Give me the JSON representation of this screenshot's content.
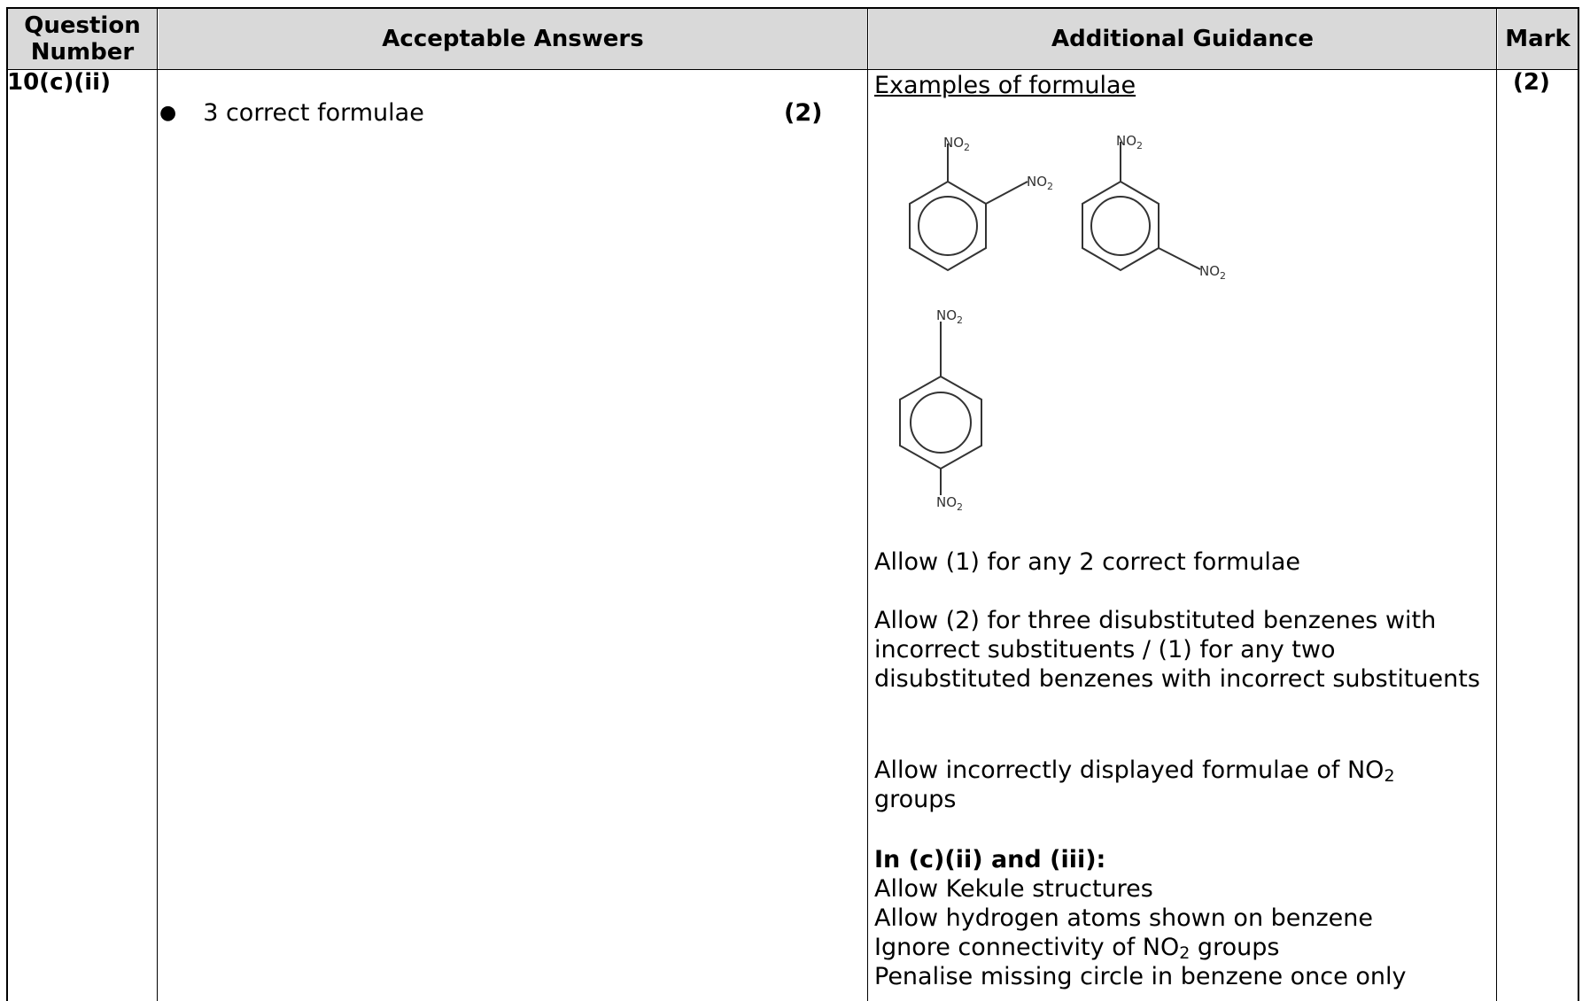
{
  "headers": {
    "question_number": "Question Number",
    "acceptable_answers": "Acceptable Answers",
    "additional_guidance": "Additional Guidance",
    "mark": "Mark"
  },
  "row": {
    "question_number": "10(c)(ii)",
    "answer": "3 correct formulae",
    "answer_mark": "(2)",
    "mark": "(2)",
    "guidance": {
      "examples_heading": "Examples of formulae",
      "substituent_label": "NO",
      "substituent_subscript": "2",
      "p1": "Allow (1) for any 2 correct formulae",
      "p2": "Allow (2) for three disubstituted benzenes with incorrect substituents / (1) for any two disubstituted benzenes with incorrect substituents",
      "p3_before": "Allow incorrectly displayed formulae of NO",
      "p3_sub": "2",
      "p3_after": " groups",
      "p4_heading": "In (c)(ii) and (iii):",
      "p4_line1": "Allow Kekule structures",
      "p4_line2": "Allow hydrogen atoms shown on benzene",
      "p4_line3_before": "Ignore connectivity of NO",
      "p4_line3_sub": "2",
      "p4_line3_after": " groups",
      "p4_line4": "Penalise missing circle in benzene once only"
    }
  }
}
